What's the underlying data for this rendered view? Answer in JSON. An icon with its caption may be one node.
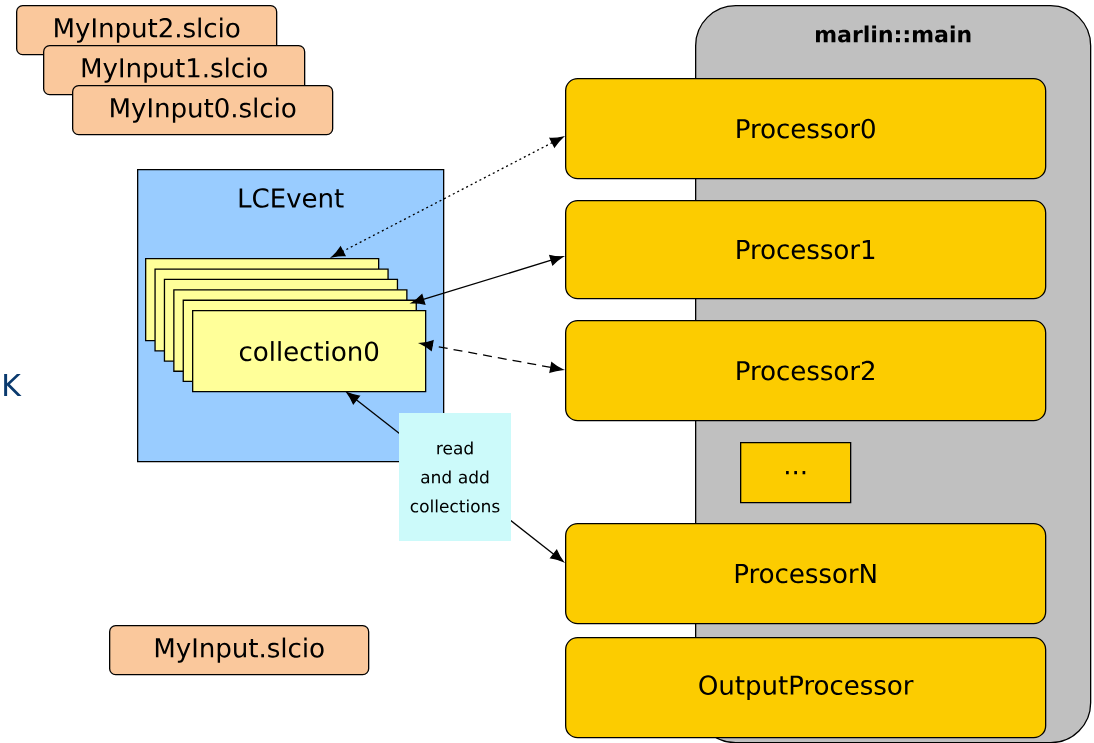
{
  "diagram": {
    "nodes": [
      {
        "text": [
          "marlin::main"
        ]
      },
      {
        "text": [
          "Processor0"
        ]
      },
      {
        "text": [
          "Processor1"
        ]
      },
      {
        "text": [
          "Processor2"
        ]
      },
      {
        "text": [
          "..."
        ],
        "in": 0
      },
      {
        "text": [
          "ProcessorN"
        ]
      },
      {
        "text": [
          "OutputProcessor"
        ]
      },
      {
        "text": [
          "LCEvent"
        ]
      },
      {
        "text": [],
        "shape": "box",
        "in": 7
      },
      {
        "text": [],
        "shape": "box",
        "in": 7
      },
      {
        "text": [],
        "shape": "box",
        "in": 7
      },
      {
        "text": [],
        "shape": "box",
        "in": 7
      },
      {
        "text": [],
        "shape": "box",
        "in": 7
      },
      {
        "text": [
          "collection0"
        ],
        "in": 7
      },
      {
        "text": [
          "MyInput2.slcio"
        ]
      },
      {
        "text": [
          "MyInput1.slcio"
        ]
      },
      {
        "text": [
          "MyInput0.slcio"
        ]
      },
      {
        "text": [
          "MyInput.slcio"
        ]
      }
    ],
    "edges": [
      {
        "from": 1,
        "to": 8,
        "arrow": "both",
        "style": "dashed"
      },
      {
        "from": 2,
        "to": 12,
        "arrow": "both"
      },
      {
        "from": 3,
        "to": 13,
        "arrow": "both",
        "style": "dashed"
      },
      {
        "from": 5,
        "to": 13,
        "arrow": "both",
        "label": "read and add collections"
      }
    ],
    "labels": [
      "K"
    ]
  }
}
